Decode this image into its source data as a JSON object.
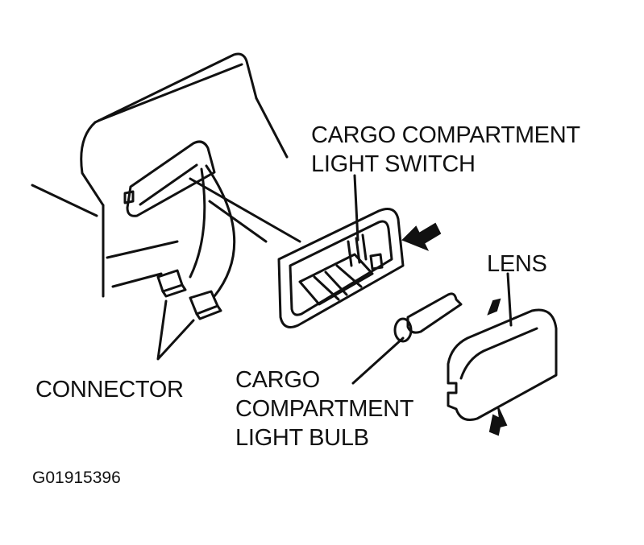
{
  "labels": {
    "switch_line1": "CARGO COMPARTMENT",
    "switch_line2": "LIGHT SWITCH",
    "lens": "LENS",
    "connector": "CONNECTOR",
    "bulb_line1": "CARGO",
    "bulb_line2": "COMPARTMENT",
    "bulb_line3": "LIGHT BULB"
  },
  "figure_id": "G01915396"
}
